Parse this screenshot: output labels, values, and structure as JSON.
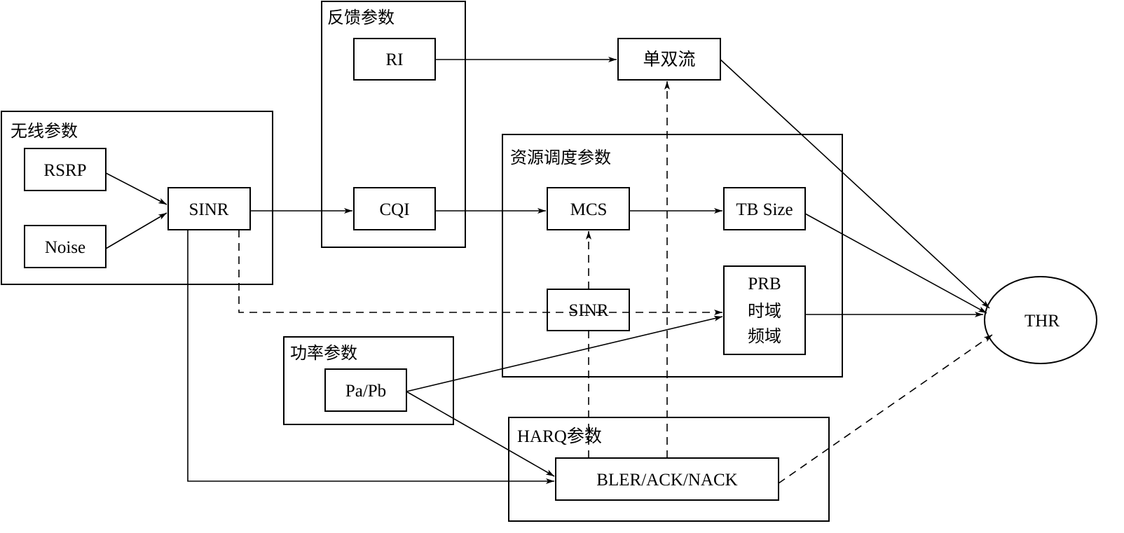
{
  "groups": {
    "wireless": "无线参数",
    "feedback": "反馈参数",
    "scheduling": "资源调度参数",
    "power": "功率参数",
    "harq": "HARQ参数"
  },
  "nodes": {
    "rsrp": "RSRP",
    "noise": "Noise",
    "sinr_left": "SINR",
    "ri": "RI",
    "cqi": "CQI",
    "single_dual_stream": "单双流",
    "mcs": "MCS",
    "tb_size": "TB Size",
    "sinr_mid": "SINR",
    "prb_line1": "PRB",
    "prb_line2": "时域",
    "prb_line3": "频域",
    "papb": "Pa/Pb",
    "bler": "BLER/ACK/NACK",
    "thr": "THR"
  }
}
